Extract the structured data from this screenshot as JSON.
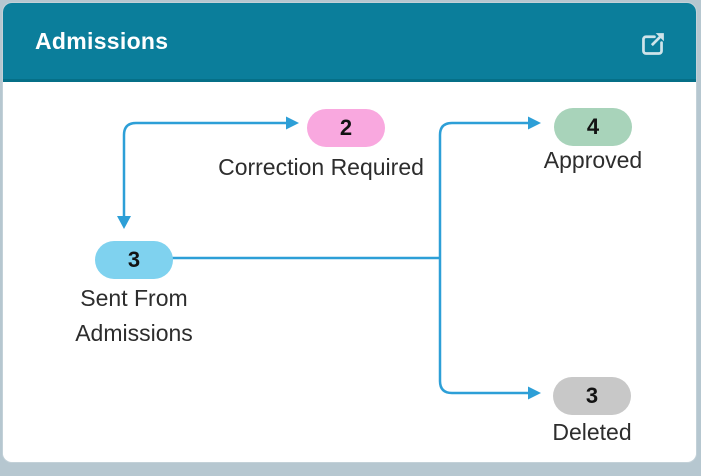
{
  "page": {
    "background": "#b6c7d0"
  },
  "card": {
    "title": "Admissions",
    "header_bg": "#0b7e9b",
    "header_text_color": "#ffffff",
    "action_icon": "external-link-icon"
  },
  "diagram": {
    "arrow_color": "#2d9fd7",
    "text_color": "#2d2d2d",
    "nodes": [
      {
        "id": "correction-required",
        "count": "2",
        "label": "Correction Required",
        "lines": [
          "Correction Required"
        ],
        "color": "#f9a8df"
      },
      {
        "id": "approved",
        "count": "4",
        "label": "Approved",
        "lines": [
          "Approved"
        ],
        "color": "#a8d3ba"
      },
      {
        "id": "sent-from-admissions",
        "count": "3",
        "label": "Sent From Admissions",
        "lines": [
          "Sent From",
          "Admissions"
        ],
        "color": "#7fd2ef"
      },
      {
        "id": "deleted",
        "count": "3",
        "label": "Deleted",
        "lines": [
          "Deleted"
        ],
        "color": "#c8c8c8"
      }
    ],
    "edges": [
      {
        "from": "sent-from-admissions",
        "to": "correction-required",
        "style": "elbow-up-right"
      },
      {
        "from": "correction-required",
        "to": "sent-from-admissions",
        "style": "elbow-down"
      },
      {
        "from": "sent-from-admissions",
        "to": "approved",
        "style": "elbow-right-up-right"
      },
      {
        "from": "sent-from-admissions",
        "to": "deleted",
        "style": "elbow-right-down-right"
      }
    ]
  }
}
